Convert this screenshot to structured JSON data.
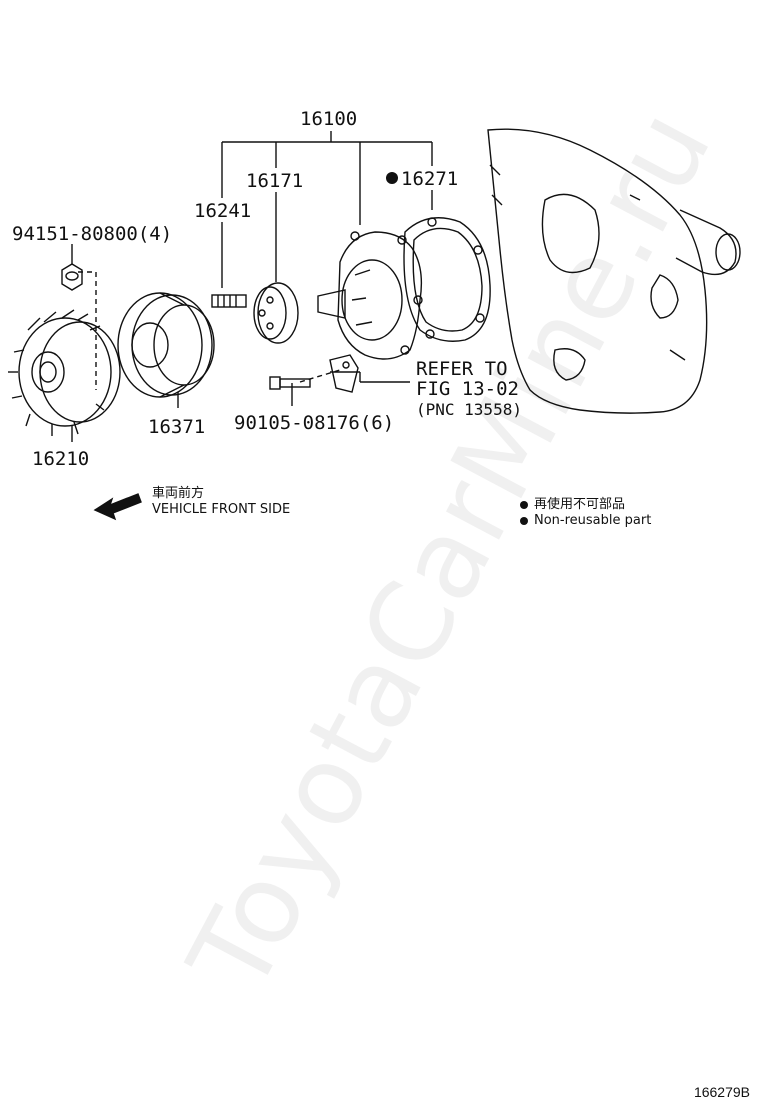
{
  "part_labels": {
    "assembly": "16100",
    "flange": "16171",
    "gasket": "16271",
    "stud": "16241",
    "nut": "94151-80800(4)",
    "fan_pulley": "16371",
    "fluid_coupling": "16210",
    "bolt": "90105-08176(6)"
  },
  "refer": {
    "line1": "REFER TO",
    "line2": "FIG 13-02",
    "line3": "(PNC 13558)"
  },
  "direction": {
    "jp": "車両前方",
    "en": "VEHICLE FRONT SIDE"
  },
  "legend": {
    "jp": "再使用不可部品",
    "en": "Non-reusable part"
  },
  "watermark": "ToyotaCarMine.ru",
  "figure_id": "166279B",
  "icons": [
    "front-direction-arrow-icon",
    "non-reusable-dot-icon"
  ]
}
